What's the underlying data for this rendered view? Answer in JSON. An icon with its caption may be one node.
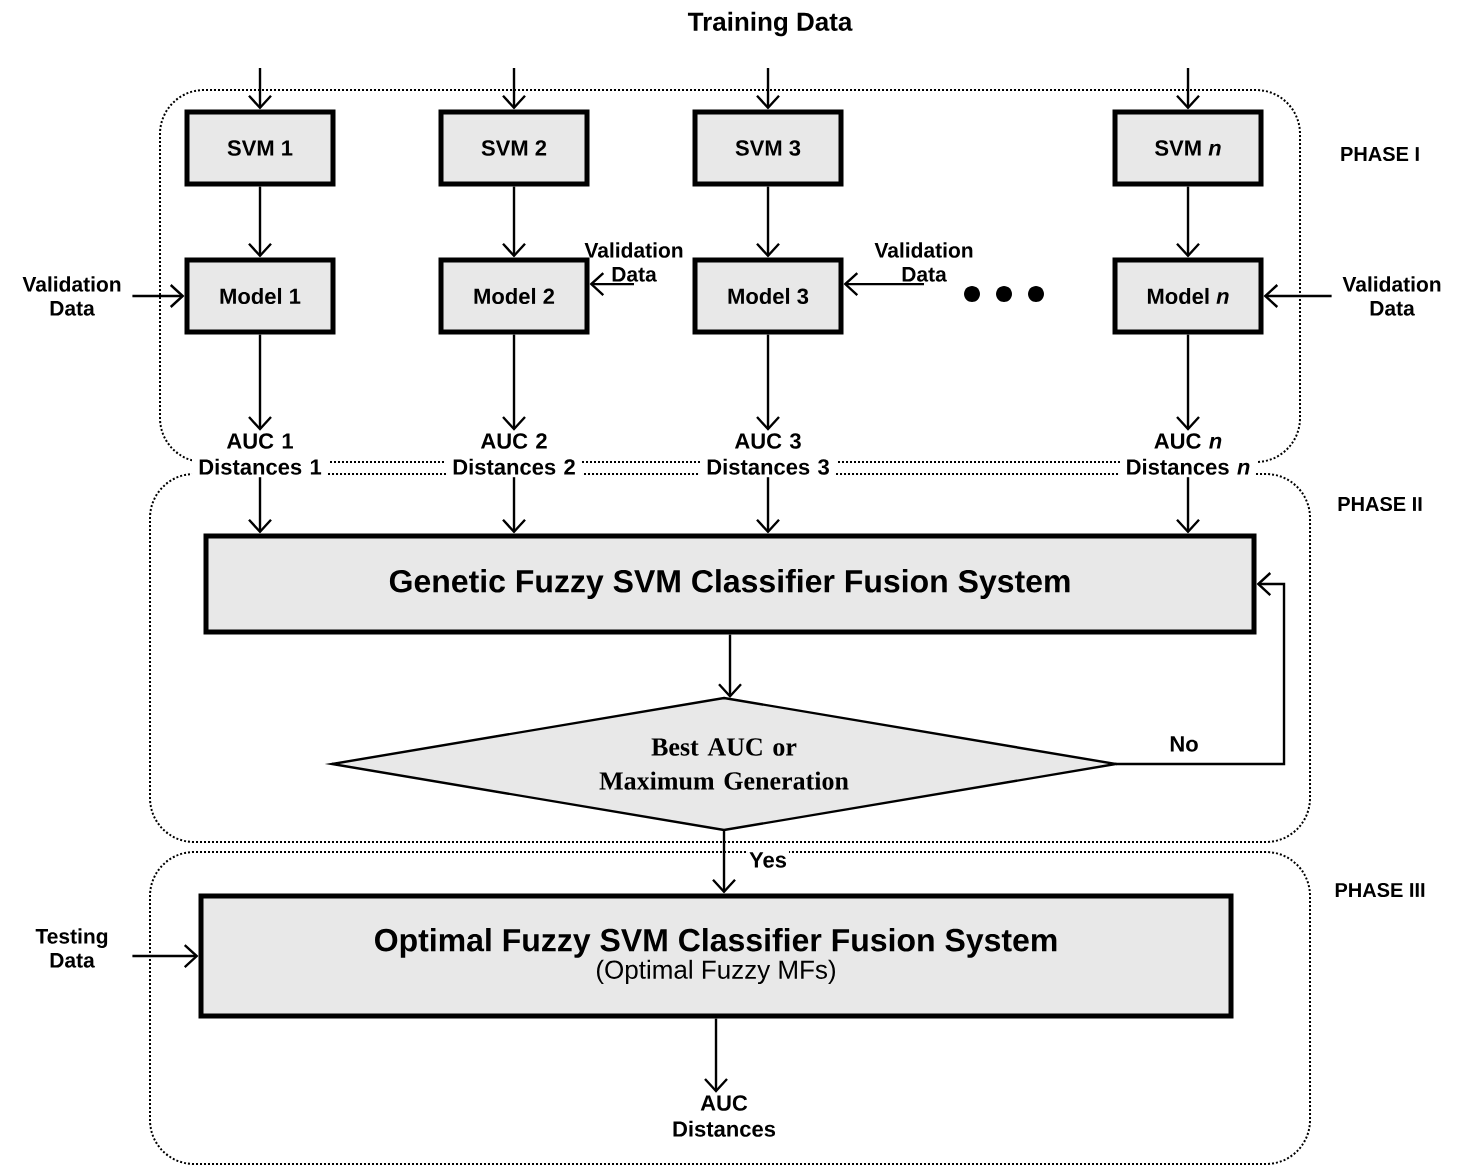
{
  "diagram": {
    "nodes": [
      {
        "text": [
          "PHASE I"
        ]
      },
      {
        "text": [
          "PHASE II"
        ]
      },
      {
        "text": [
          "PHASE III"
        ]
      },
      {
        "text": [
          "SVM 1"
        ],
        "in": 0
      },
      {
        "text": [
          "SVM 2"
        ],
        "in": 0
      },
      {
        "text": [
          "SVM 3"
        ],
        "in": 0
      },
      {
        "text": [
          "SVM *n*"
        ],
        "in": 0
      },
      {
        "text": [
          "Model 1"
        ],
        "in": 0
      },
      {
        "text": [
          "Model 2"
        ],
        "in": 0
      },
      {
        "text": [
          "Model 3"
        ],
        "in": 0
      },
      {
        "text": [
          "Model *n*"
        ],
        "in": 0
      },
      {
        "text": [
          "Validation Data"
        ]
      },
      {
        "text": [
          "Validation Data"
        ],
        "in": 0
      },
      {
        "text": [
          "Validation Data"
        ],
        "in": 0
      },
      {
        "text": [
          "Validation Data"
        ]
      },
      {
        "text": [
          "AUC 1 Distances 1"
        ]
      },
      {
        "text": [
          "AUC 2 Distances 2"
        ]
      },
      {
        "text": [
          "AUC 3 Distances 3"
        ]
      },
      {
        "text": [
          "AUC *n* Distances *n*"
        ]
      },
      {
        "text": [
          "Genetic Fuzzy SVM Classifier Fusion System"
        ],
        "in": 1
      },
      {
        "text": [
          "Best AUC or Maximum Generation"
        ],
        "in": 1
      },
      {
        "text": [
          "Optimal Fuzzy SVM Classifier Fusion System",
          "(Optimal Fuzzy MFs)"
        ],
        "in": 2
      },
      {
        "text": [
          "Testing Data"
        ]
      },
      {
        "text": [
          "AUC Distances"
        ],
        "in": 2
      }
    ],
    "edges": [
      {
        "from": null,
        "to": 3,
        "arrow": "to"
      },
      {
        "from": null,
        "to": 4,
        "arrow": "to"
      },
      {
        "from": null,
        "to": 5,
        "arrow": "to"
      },
      {
        "from": null,
        "to": 6,
        "arrow": "to"
      },
      {
        "from": 3,
        "to": 7,
        "arrow": "to"
      },
      {
        "from": 4,
        "to": 8,
        "arrow": "to"
      },
      {
        "from": 5,
        "to": 9,
        "arrow": "to"
      },
      {
        "from": 6,
        "to": 10,
        "arrow": "to"
      },
      {
        "from": 11,
        "to": 7,
        "arrow": "to"
      },
      {
        "from": 12,
        "to": 8,
        "arrow": "to"
      },
      {
        "from": 13,
        "to": 9,
        "arrow": "to"
      },
      {
        "from": 14,
        "to": 10,
        "arrow": "to"
      },
      {
        "from": 7,
        "to": 15,
        "arrow": "to"
      },
      {
        "from": 8,
        "to": 16,
        "arrow": "to"
      },
      {
        "from": 9,
        "to": 17,
        "arrow": "to"
      },
      {
        "from": 10,
        "to": 18,
        "arrow": "to"
      },
      {
        "from": 15,
        "to": 19,
        "arrow": "to"
      },
      {
        "from": 16,
        "to": 19,
        "arrow": "to"
      },
      {
        "from": 17,
        "to": 19,
        "arrow": "to"
      },
      {
        "from": 18,
        "to": 19,
        "arrow": "to"
      },
      {
        "from": 19,
        "to": 20,
        "arrow": "to"
      },
      {
        "from": 20,
        "to": 19,
        "label": "No",
        "arrow": "to"
      },
      {
        "from": 20,
        "to": 21,
        "label": "Yes",
        "arrow": "to"
      },
      {
        "from": 22,
        "to": 21,
        "arrow": "to"
      },
      {
        "from": 21,
        "to": 23,
        "arrow": "to"
      }
    ],
    "labels": [
      "Training Data"
    ]
  }
}
